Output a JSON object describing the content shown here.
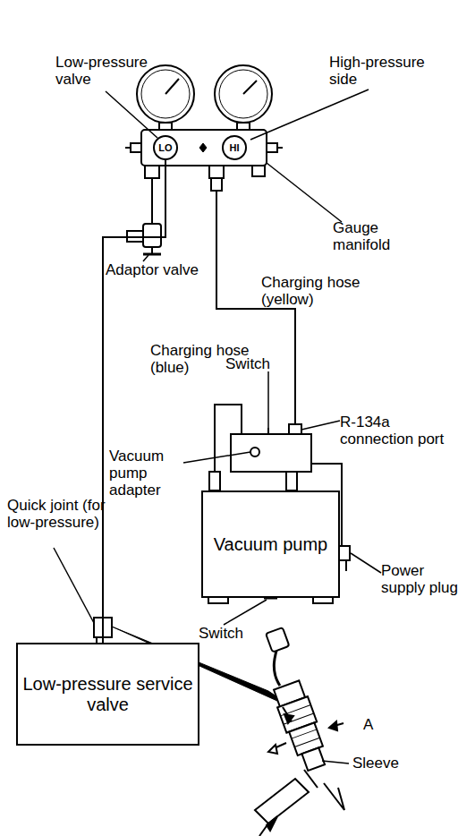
{
  "diagram": {
    "nodes": [
      {
        "text": [
          "LO"
        ]
      },
      {
        "text": [
          "HI"
        ]
      },
      {
        "text": [
          "Vacuum pump"
        ]
      },
      {
        "text": [
          "Low-pressure service valve"
        ]
      }
    ],
    "edges": [
      {
        "from": 0,
        "to": 3,
        "arrow": "none"
      }
    ],
    "labels": [
      "Low-pressure valve",
      "High-pressure side",
      "Gauge manifold",
      "Adaptor valve",
      "Charging hose (yellow)",
      "Charging hose (blue)",
      "Switch",
      "R-134a connection port",
      "Vacuum pump adapter",
      "Quick joint (for low-pressure)",
      "Power supply plug",
      "Switch",
      "A",
      "Sleeve"
    ]
  }
}
